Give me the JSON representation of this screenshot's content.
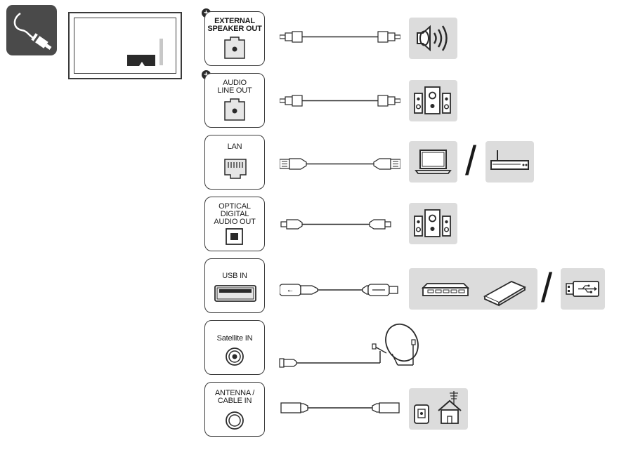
{
  "ports": [
    {
      "id": "external-speaker-out",
      "label": "EXTERNAL\nSPEAKER OUT",
      "has_plus": true,
      "plus_glyph": "+",
      "bold": true
    },
    {
      "id": "audio-line-out",
      "label": "AUDIO\nLINE OUT",
      "has_plus": true,
      "plus_glyph": "+",
      "bold": false
    },
    {
      "id": "lan",
      "label": "LAN",
      "has_plus": false,
      "bold": false
    },
    {
      "id": "optical-digital-audio-out",
      "label": "OPTICAL\nDIGITAL\nAUDIO OUT",
      "has_plus": false,
      "bold": false
    },
    {
      "id": "usb-in",
      "label": "USB IN",
      "has_plus": false,
      "bold": false
    },
    {
      "id": "satellite-in",
      "label": "Satellite IN",
      "has_plus": false,
      "bold": false
    },
    {
      "id": "antenna-cable-in",
      "label": "ANTENNA /\nCABLE IN",
      "has_plus": false,
      "bold": false
    }
  ],
  "separators": {
    "or_glyph": "/"
  },
  "colors": {
    "icon_dark": "#4a4a4a",
    "device_bg": "#dcdcdc",
    "stroke": "#2a2a2a"
  },
  "icons": {
    "header": "cable-plug-icon",
    "devices": [
      "speaker-sound-icon",
      "speaker-system-icon",
      "laptop-icon",
      "router-icon",
      "speaker-system-icon",
      "set-top-box-icon",
      "external-hdd-icon",
      "usb-stick-icon",
      "satellite-dish-icon",
      "antenna-house-icon"
    ]
  }
}
